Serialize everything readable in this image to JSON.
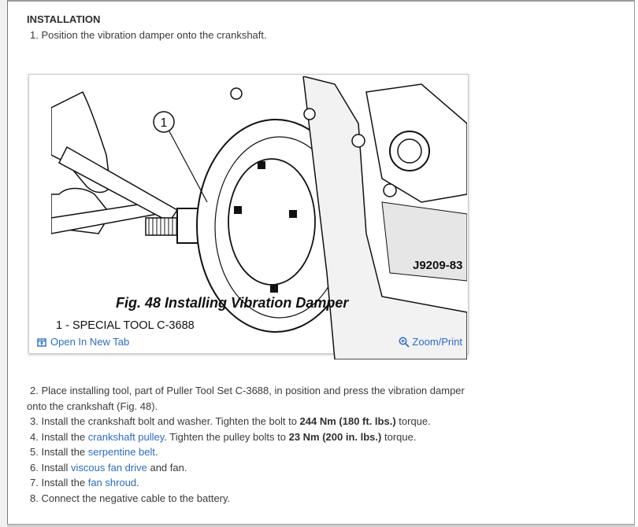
{
  "heading": "INSTALLATION",
  "step1": "1. Position the vibration damper onto the crankshaft.",
  "figure": {
    "callout": "1",
    "part_code": "J9209-83",
    "caption": "Fig. 48 Installing Vibration Damper",
    "legend": "1 - SPECIAL TOOL C-3688",
    "open_tab_label": "Open In New Tab",
    "zoom_label": "Zoom/Print"
  },
  "steps": [
    {
      "line1": "2. Place installing tool, part of Puller Tool Set C-3688, in position and press the vibration damper",
      "line2": "onto the crankshaft (Fig. 48)."
    },
    {
      "pre": "3. Install the crankshaft bolt and washer. Tighten the bolt to ",
      "bold": "244 Nm (180 ft. lbs.)",
      "post": " torque."
    },
    {
      "pre": "4. Install the ",
      "link": "crankshaft pulley",
      "mid": ". Tighten the pulley bolts to ",
      "bold": "23 Nm (200 in. lbs.)",
      "post": " torque."
    },
    {
      "pre": "5. Install the ",
      "link": "serpentine belt",
      "post": "."
    },
    {
      "pre": "6. Install ",
      "link": "viscous fan drive",
      "post": " and fan."
    },
    {
      "pre": "7. Install the ",
      "link": "fan shroud",
      "post": "."
    },
    {
      "pre": "8. Connect the negative cable to the battery."
    }
  ],
  "colors": {
    "link": "#2a6cc7",
    "text": "#3a3a3a"
  }
}
